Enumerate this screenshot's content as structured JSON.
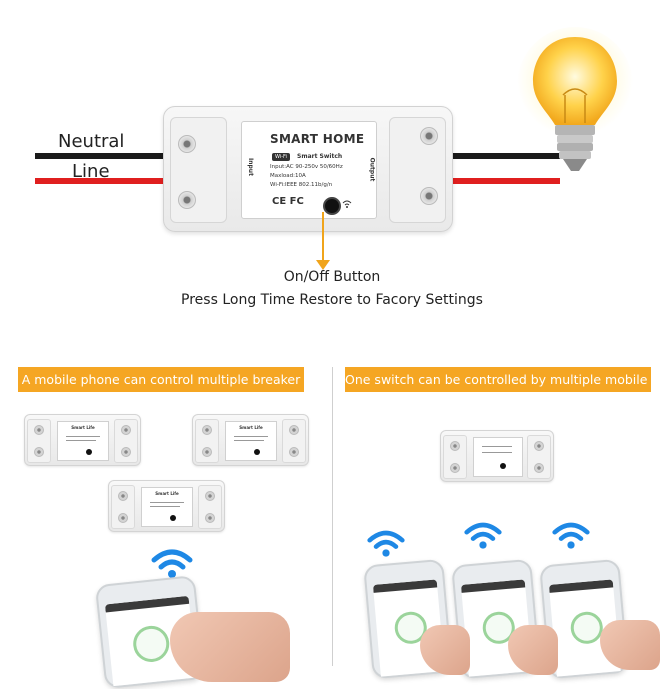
{
  "diagram": {
    "wire_labels": {
      "neutral": "Neutral",
      "line": "Line"
    },
    "device": {
      "brand": "SMART HOME",
      "wifi_tag": "Wi-Fi",
      "switch_name": "Smart Switch",
      "spec_input": "Input:AC 90-250v 50/60Hz",
      "spec_maxload": "Maxload:10A",
      "spec_wifi": "Wi-Fi:IEEE 802.11b/g/n",
      "side_input": "Input",
      "side_output": "Output",
      "certs": "CE FC"
    },
    "caption_line1": "On/Off Button",
    "caption_line2": "Press Long Time Restore to Facory Settings"
  },
  "panels": {
    "left_banner": "A mobile phone can control multiple breaker",
    "right_banner": "One switch can be controlled by multiple mobile phones",
    "mini_label": "Smart Life"
  },
  "colors": {
    "accent": "#f5a623",
    "wire_black": "#1a1a1a",
    "wire_red": "#e01f1f",
    "wifi_blue": "#1e88e5",
    "bulb_glow": "#ffd24a"
  }
}
